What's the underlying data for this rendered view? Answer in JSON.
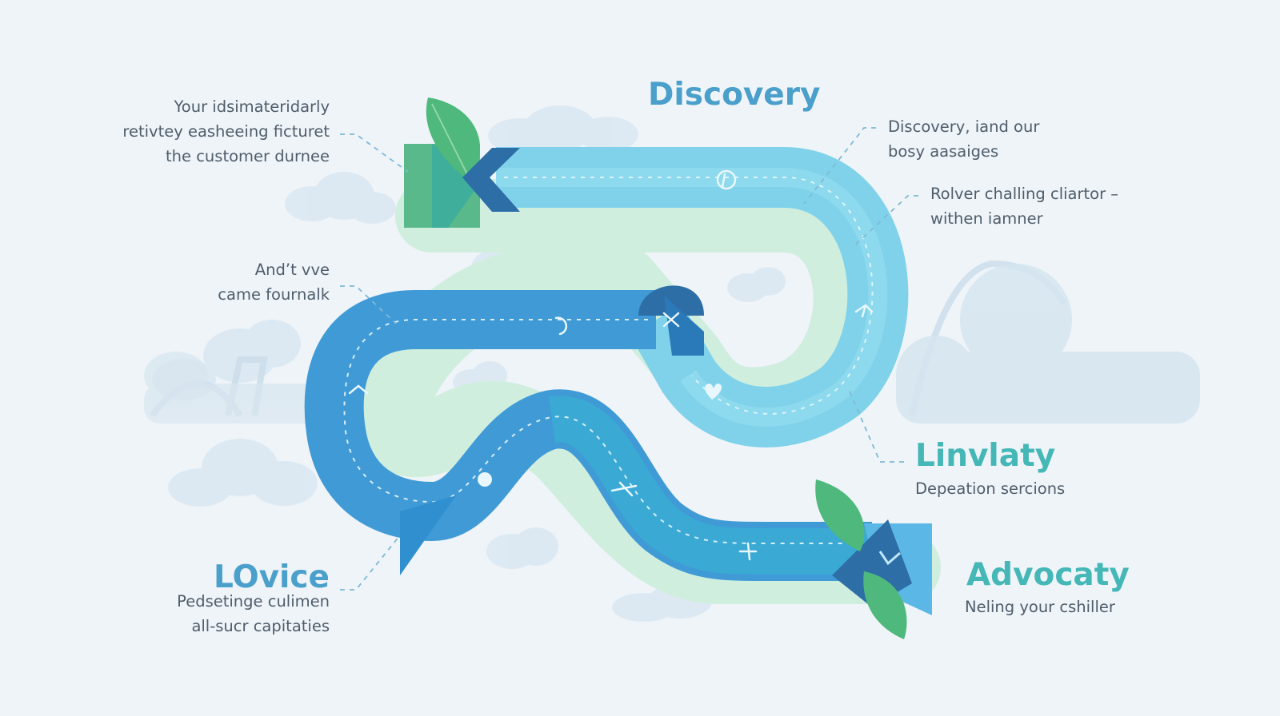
{
  "colors": {
    "background": "#eef4f8",
    "path_light": "#7fd2ea",
    "path_dark": "#3f9ad6",
    "path_mid": "#3aaed3",
    "shadow_green": "#cfeede",
    "leaf_green": "#4fb87c",
    "arrow_navy": "#2e6ea6",
    "stage_blue": "#4a9fcb",
    "stage_teal": "#44b7b6",
    "body_text": "#4f5d6b",
    "cloud": "#d7e6f1"
  },
  "stages": {
    "discovery": {
      "title": "Discovery"
    },
    "loyalty": {
      "title": "Linvlaty",
      "description": "Depeation sercions"
    },
    "advocacy": {
      "title": "Advocaty",
      "description": "Neling your cshiller"
    },
    "lovice": {
      "title": "LOvice",
      "description": "Pedsetinge culimen\nall-sucr capitaties"
    }
  },
  "annotations": {
    "intro": "Your idsimateridarly\nretivtey easheeing ficturet\nthe customer durnee",
    "discovery_note": "Discovery, iand our\nbosy aasaiges",
    "roller_note": "Rolver challing cliartor –\nwithen iamner",
    "andwe_note": "And’t vve\ncame fournalk"
  },
  "path_icons": [
    "pinterest-icon",
    "plane-icon",
    "moon-icon",
    "bird-icon",
    "heart-icon",
    "dot-icon",
    "boomerang-icon",
    "plane-icon"
  ]
}
